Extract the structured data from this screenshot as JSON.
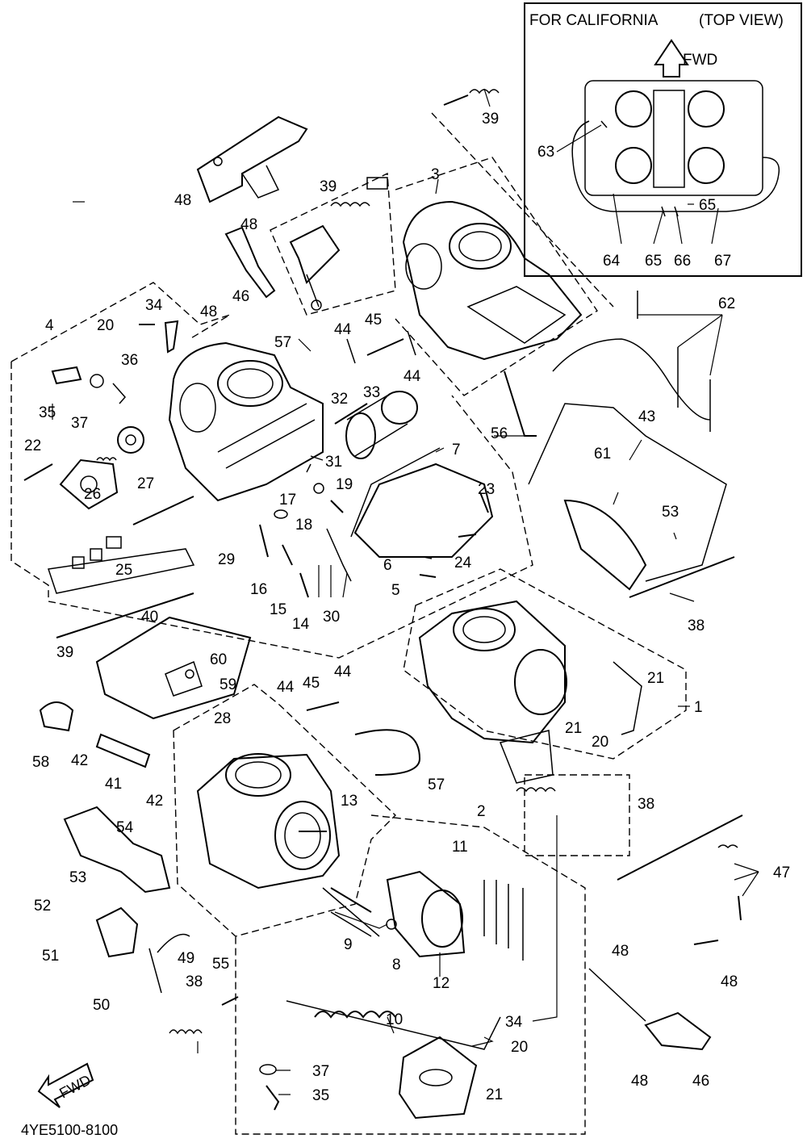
{
  "inset": {
    "title": "FOR CALIFORNIA",
    "view": "(TOP VIEW)",
    "fwd": "FWD",
    "labels": [
      "63",
      "65",
      "64",
      "65",
      "66",
      "67"
    ]
  },
  "corner": {
    "fwd": "FWD",
    "code": "4YE5100-8100"
  },
  "callouts": [
    "39",
    "3",
    "48",
    "39",
    "48",
    "48",
    "46",
    "4",
    "20",
    "34",
    "36",
    "35",
    "37",
    "57",
    "44",
    "45",
    "44",
    "32",
    "33",
    "7",
    "22",
    "26",
    "27",
    "31",
    "19",
    "23",
    "17",
    "18",
    "29",
    "16",
    "15",
    "14",
    "30",
    "6",
    "24",
    "5",
    "25",
    "56",
    "62",
    "43",
    "61",
    "53",
    "40",
    "38",
    "39",
    "60",
    "59",
    "44",
    "45",
    "44",
    "21",
    "1",
    "20",
    "21",
    "58",
    "28",
    "42",
    "41",
    "42",
    "57",
    "38",
    "13",
    "2",
    "11",
    "54",
    "53",
    "52",
    "51",
    "49",
    "55",
    "9",
    "8",
    "12",
    "47",
    "48",
    "48",
    "50",
    "38",
    "10",
    "34",
    "20",
    "37",
    "35",
    "21",
    "48",
    "46"
  ]
}
